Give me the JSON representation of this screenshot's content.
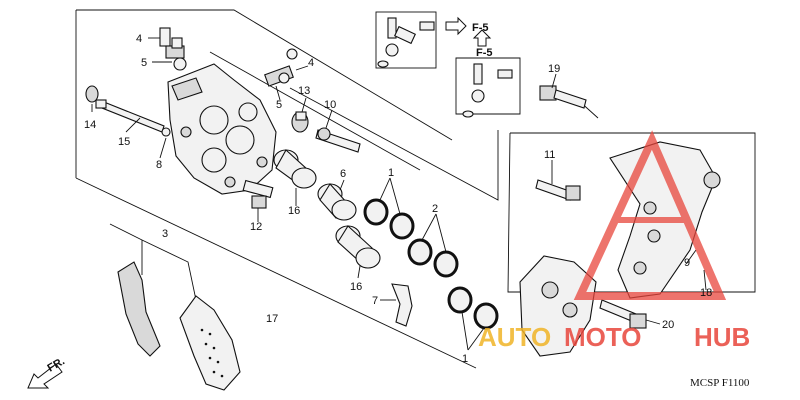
{
  "callouts": {
    "p1a": "1",
    "p1b": "1",
    "p2": "2",
    "p3": "3",
    "p4a": "4",
    "p4b": "4",
    "p5a": "5",
    "p5b": "5",
    "p6": "6",
    "p7": "7",
    "p8": "8",
    "p9": "9",
    "p10": "10",
    "p11": "11",
    "p12": "12",
    "p13": "13",
    "p14": "14",
    "p15": "15",
    "p16a": "16",
    "p16b": "16",
    "p17": "17",
    "p18": "18",
    "p19": "19",
    "p20": "20"
  },
  "refs": {
    "f5a": "F-5",
    "f5b": "F-5",
    "front": "FR."
  },
  "footer": {
    "code": "MCSP  F1100"
  },
  "watermark": {
    "prefix": "AUTO",
    "middle": "MOTO",
    "suffix": "HUB"
  },
  "colors": {
    "line": "#111111",
    "part": "#f2f2f2",
    "watermark": "#e8463c",
    "watermark_gold": "#f0b428"
  }
}
